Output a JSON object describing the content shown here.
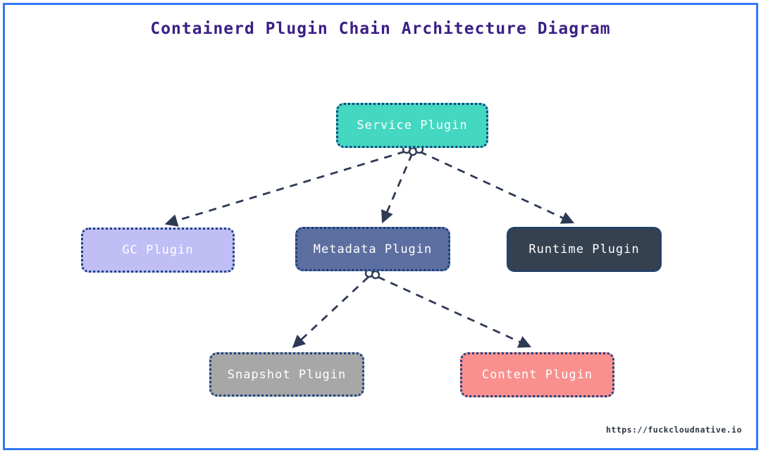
{
  "title": "Containerd Plugin Chain Architecture Diagram",
  "watermark": "https://fuckcloudnative.io",
  "colors": {
    "frame_border": "#3478F6",
    "title_text": "#3B1F86",
    "edge": "#2E3A54",
    "node_border": "#16407F",
    "node_text": "#FFFFFF",
    "junction_fill": "#FFFFFF",
    "watermark_text": "#2B3442"
  },
  "diagram": {
    "nodes": [
      {
        "id": "service",
        "label": "Service Plugin",
        "fill": "#44D7C1"
      },
      {
        "id": "gc",
        "label": "GC Plugin",
        "fill": "#C0BEF5"
      },
      {
        "id": "metadata",
        "label": "Metadata Plugin",
        "fill": "#5C6FA0"
      },
      {
        "id": "runtime",
        "label": "Runtime Plugin",
        "fill": "#36414F"
      },
      {
        "id": "snapshot",
        "label": "Snapshot Plugin",
        "fill": "#A7A7A7"
      },
      {
        "id": "content",
        "label": "Content Plugin",
        "fill": "#F9908E"
      }
    ],
    "edges": [
      {
        "from": "service",
        "to": "gc"
      },
      {
        "from": "service",
        "to": "metadata"
      },
      {
        "from": "service",
        "to": "runtime"
      },
      {
        "from": "metadata",
        "to": "snapshot"
      },
      {
        "from": "metadata",
        "to": "content"
      }
    ]
  }
}
